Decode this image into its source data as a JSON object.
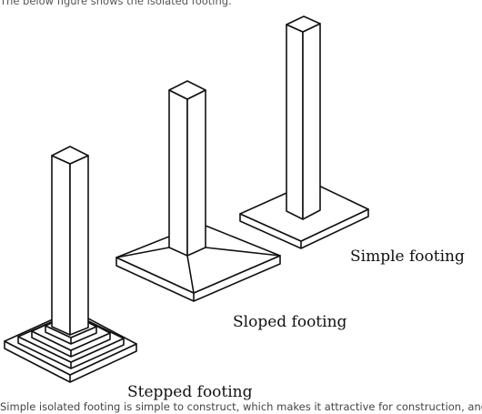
{
  "caption_top": "The below figure shows the isolated footing.",
  "caption_bottom": "Simple isolated footing is simple to construct, which makes it attractive for construction, and it i",
  "figure": {
    "labels": {
      "simple": "Simple footing",
      "sloped": "Sloped footing",
      "stepped": "Stepped footing"
    },
    "line_color": "#111111"
  }
}
